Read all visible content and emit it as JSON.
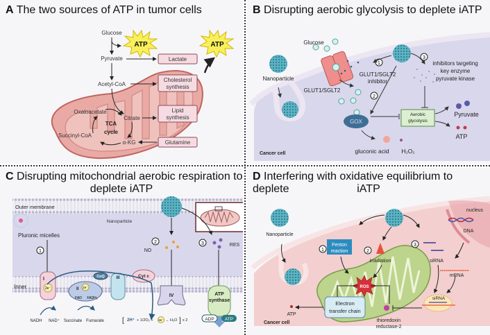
{
  "panelA": {
    "letter": "A",
    "title": "The two sources of ATP in tumor cells",
    "labels": {
      "glucose": "Glucose",
      "pyruvate": "Pyruvate",
      "acetyl_coa": "Acetyl-CoA",
      "oxaloacetate": "Oxaloacetate",
      "citrate": "Citrate",
      "succinyl_coa": "Succinyl-CoA",
      "akg": "α-KG",
      "tca_line1": "TCA",
      "tca_line2": "cycle",
      "atp1": "ATP",
      "atp2": "ATP"
    },
    "boxes": {
      "lactate": "Lactate",
      "cholesterol_1": "Cholesterol",
      "cholesterol_2": "synthesis",
      "lipid_1": "Lipid",
      "lipid_2": "synthesis",
      "glutamine": "Glutamine"
    }
  },
  "panelB": {
    "letter": "B",
    "title": "Disrupting aerobic glycolysis to deplete iATP",
    "labels": {
      "glucose": "Glucose",
      "nanoparticle": "Nanoparticle",
      "glut": "GLUT1/SGLT2",
      "glut_inhibitor_1": "GLUT1/SGLT2",
      "glut_inhibitor_2": "inhibitor",
      "inhib_1": "inhibitors targeting",
      "inhib_2": "key enzyme",
      "inhib_3": "pyruvate kinase",
      "gox": "GOX",
      "aerobic_1": "Aerobic",
      "aerobic_2": "glycolysis",
      "pyruvate": "Pyruvate",
      "atp": "ATP",
      "gluconic": "gluconic acid",
      "h2o2": "H₂O₂",
      "cancer_cell": "Cancer cell"
    },
    "steps": [
      "1",
      "2",
      "3"
    ]
  },
  "panelC": {
    "letter": "C",
    "title_line1": "Disrupting mitochondrial aerobic respiration to",
    "title_line2": "deplete iATP",
    "labels": {
      "outer_membrane": "Outer membrane",
      "inner": "Inner",
      "nanoparticle": "Nanoparticle",
      "pluronic": "Pluronic micelles",
      "no": "NO",
      "res": "RES",
      "complex_i": "I",
      "complex_ii": "II",
      "complex_iii": "III",
      "complex_iv": "IV",
      "coq": "CoQ",
      "cytc": "Cyt c",
      "two_e": "2e⁻",
      "fad": "FAD",
      "fadh2": "FADH₂",
      "atp_synthase_1": "ATP",
      "atp_synthase_2": "synthase",
      "nadh": "NADH",
      "nad": "NAD⁺",
      "succinate": "Succinate",
      "fumarate": "Fumarate",
      "equation_a": "2H⁺",
      "equation_b": "+ 1/2O₂ +",
      "equation_c": "→ H₂O",
      "equation_d": "x 2",
      "adp": "ADP",
      "atp": "ATP"
    },
    "steps": [
      "1",
      "2",
      "3"
    ]
  },
  "panelD": {
    "letter": "D",
    "title_line1": "Interfering with oxidative equilibrium to deplete",
    "title_line2": "iATP",
    "labels": {
      "nanoparticle": "Nanoparticle",
      "fenton_1": "Fenton",
      "fenton_2": "reaction",
      "irradiation": "irradiation",
      "nucleus": "nucleus",
      "dna": "DNA",
      "sirna": "siRNA",
      "mrna": "mRNA",
      "sirna2": "siRNA",
      "ros": "ROS",
      "etc_1": "Electron",
      "etc_2": "transfer chain",
      "trx_1": "thioredoxin",
      "trx_2": "reductase-2",
      "atp": "ATP",
      "cancer_cell": "Cancer cell"
    },
    "steps": [
      "1",
      "2",
      "3"
    ]
  },
  "colors": {
    "mito_fill": "#e8a8a4",
    "mito_stroke": "#c0625c",
    "box_fill": "#f6dce2",
    "box_stroke": "#8a4a5a",
    "atp_star": "#f7f05a",
    "cell_b": "#d7d5ea",
    "membrane_b": "#e9e3f0",
    "cell_d": "#f3cfcf",
    "mito_d": "#bcd48c",
    "nanoparticle": "#3f9cb0",
    "fenton": "#2b8cc0"
  }
}
